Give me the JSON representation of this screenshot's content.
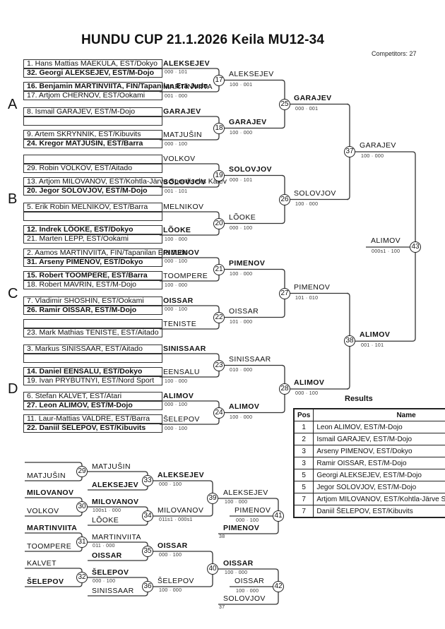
{
  "header": {
    "title": "HUNDU CUP  21.1.2026  Keila   MU12-34",
    "competitors": "Competitors: 27"
  },
  "pools": [
    "A",
    "B",
    "C",
    "D"
  ],
  "entries": [
    {
      "text": "1. Hans Mattias MAEKULA, EST/Dokyo",
      "bold": false
    },
    {
      "text": "32. Georgi ALEKSEJEV, EST/M-Dojo",
      "bold": true
    },
    {
      "text": "16. Benjamin MARTINVIITA, FIN/Tapanilan Erä Judo",
      "bold": true
    },
    {
      "text": "17. Artjom CHERNOV, EST/Ookami",
      "bold": false
    },
    {
      "text": "8. Ismail GARAJEV, EST/M-Dojo",
      "bold": false
    },
    {
      "text": "",
      "bold": false
    },
    {
      "text": "9. Artem SKRYNNIK, EST/Kibuvits",
      "bold": false
    },
    {
      "text": "24. Kregor MATJUŠIN, EST/Barra",
      "bold": true
    },
    {
      "text": "",
      "bold": false
    },
    {
      "text": "29. Robin VOLKOV, EST/Aitado",
      "bold": false
    },
    {
      "text": "13. Artjom MILOVANOV, EST/Kohtla-Järve Spordiselts Kalev",
      "bold": false
    },
    {
      "text": "20. Jegor SOLOVJOV, EST/M-Dojo",
      "bold": true
    },
    {
      "text": "5. Erik Robin MELNIKOV, EST/Barra",
      "bold": false
    },
    {
      "text": "",
      "bold": false
    },
    {
      "text": "12. Indrek LÕOKE, EST/Dokyo",
      "bold": true
    },
    {
      "text": "21. Marten LEPP, EST/Ookami",
      "bold": false
    },
    {
      "text": "2. Aamos MARTINVIITA, FIN/Tapanilan Erä Judo",
      "bold": false
    },
    {
      "text": "31. Arseny PIMENOV, EST/Dokyo",
      "bold": true
    },
    {
      "text": "15. Robert TOOMPERE, EST/Barra",
      "bold": true
    },
    {
      "text": "18. Robert MAVRIN, EST/M-Dojo",
      "bold": false
    },
    {
      "text": "7. Vladimir SHOSHIN, EST/Ookami",
      "bold": false
    },
    {
      "text": "26. Ramir OISSAR, EST/M-Dojo",
      "bold": true
    },
    {
      "text": "",
      "bold": false
    },
    {
      "text": "23. Mark Mathias TENISTE, EST/Aitado",
      "bold": false
    },
    {
      "text": "3. Markus SINISSAAR, EST/Aitado",
      "bold": false
    },
    {
      "text": "",
      "bold": false
    },
    {
      "text": "14. Daniel EENSALU, EST/Dokyo",
      "bold": true
    },
    {
      "text": "19. Ivan PRYBUTNYI, EST/Nord Sport",
      "bold": false
    },
    {
      "text": "6. Stefan KALVET, EST/Atari",
      "bold": false
    },
    {
      "text": "27. Leon ALIMOV, EST/M-Dojo",
      "bold": true
    },
    {
      "text": "11. Laur-Mattias VALDRE, EST/Barra",
      "bold": false
    },
    {
      "text": "22. Daniil ŠELEPOV, EST/Kibuvits",
      "bold": true
    }
  ],
  "round1": [
    {
      "top": "ALEKSEJEV",
      "top_bold": true,
      "score": "000 · 101",
      "bottom": "MARTINVIITA",
      "bottom_bold": false,
      "bscore": "001 · 000"
    },
    {
      "top": "GARAJEV",
      "top_bold": true,
      "score": "",
      "bottom": "MATJUŠIN",
      "bottom_bold": false,
      "bscore": "000 · 100"
    },
    {
      "top": "VOLKOV",
      "top_bold": false,
      "score": "",
      "bottom": "SOLOVJOV",
      "bottom_bold": true,
      "bscore": "001 · 101"
    },
    {
      "top": "MELNIKOV",
      "top_bold": false,
      "score": "",
      "bottom": "LÕOKE",
      "bottom_bold": true,
      "bscore": "100 · 000"
    },
    {
      "top": "PIMENOV",
      "top_bold": true,
      "score": "000 · 100",
      "bottom": "TOOMPERE",
      "bottom_bold": false,
      "bscore": "100 · 000"
    },
    {
      "top": "OISSAR",
      "top_bold": true,
      "score": "000 · 100",
      "bottom": "TENISTE",
      "bottom_bold": false,
      "bscore": ""
    },
    {
      "top": "SINISSAAR",
      "top_bold": true,
      "score": "",
      "bottom": "EENSALU",
      "bottom_bold": false,
      "bscore": "100 · 000"
    },
    {
      "top": "ALIMOV",
      "top_bold": true,
      "score": "000 · 100",
      "bottom": "ŠELEPOV",
      "bottom_bold": false,
      "bscore": "000 · 100"
    }
  ],
  "round2": [
    {
      "id": "17",
      "name": "ALEKSEJEV",
      "bold": false,
      "score": "100 · 001"
    },
    {
      "id": "18",
      "name": "GARAJEV",
      "bold": true,
      "score": "100 · 000"
    },
    {
      "id": "19",
      "name": "SOLOVJOV",
      "bold": true,
      "score": "000 · 101"
    },
    {
      "id": "20",
      "name": "LÕOKE",
      "bold": false,
      "score": "000 · 100"
    },
    {
      "id": "21",
      "name": "PIMENOV",
      "bold": true,
      "score": "100 · 000"
    },
    {
      "id": "22",
      "name": "OISSAR",
      "bold": false,
      "score": "101 · 000"
    },
    {
      "id": "23",
      "name": "SINISSAAR",
      "bold": false,
      "score": "010 · 000"
    },
    {
      "id": "24",
      "name": "ALIMOV",
      "bold": true,
      "score": "100 · 000"
    }
  ],
  "round3": [
    {
      "id": "25",
      "name": "GARAJEV",
      "bold": true,
      "score": "000 · 001"
    },
    {
      "id": "26",
      "name": "SOLOVJOV",
      "bold": false,
      "score": "100 · 000"
    },
    {
      "id": "27",
      "name": "PIMENOV",
      "bold": false,
      "score": "101 · 010"
    },
    {
      "id": "28",
      "name": "ALIMOV",
      "bold": true,
      "score": "000 · 100"
    }
  ],
  "round4": [
    {
      "id": "37",
      "name": "GARAJEV",
      "bold": false,
      "score": "100 · 000"
    },
    {
      "id": "38",
      "name": "ALIMOV",
      "bold": true,
      "score": "001 · 101"
    }
  ],
  "final": {
    "id": "43",
    "name": "ALIMOV",
    "score": "000s1 · 100"
  },
  "repechage": {
    "r1": [
      {
        "id": "29",
        "top": "",
        "bottom": "MATJUŠIN",
        "top_bold": false,
        "bottom_bold": false
      },
      {
        "id": "30",
        "top": "MILOVANOV",
        "bottom": "VOLKOV",
        "top_bold": true,
        "bottom_bold": false
      },
      {
        "id": "31",
        "top": "MARTINVIITA",
        "bottom": "TOOMPERE",
        "top_bold": true,
        "bottom_bold": false
      },
      {
        "id": "32",
        "top": "KALVET",
        "bottom": "ŠELEPOV",
        "top_bold": false,
        "bottom_bold": true
      }
    ],
    "r2": [
      {
        "id": "33",
        "top": "MATJUŠIN",
        "top_bold": false,
        "tscore": "",
        "bottom": "ALEKSEJEV",
        "bottom_bold": true
      },
      {
        "id": "34",
        "top": "MILOVANOV",
        "top_bold": true,
        "tscore": "100s1 · 000",
        "bottom": "LÕOKE",
        "bottom_bold": false
      },
      {
        "id": "35",
        "top": "MARTINVIITA",
        "top_bold": false,
        "tscore": "011 · 000",
        "bottom": "OISSAR",
        "bottom_bold": true
      },
      {
        "id": "36",
        "top": "ŠELEPOV",
        "top_bold": true,
        "tscore": "000 · 100",
        "bottom": "SINISSAAR",
        "bottom_bold": false
      }
    ],
    "r3": [
      {
        "id": "39",
        "top": "ALEKSEJEV",
        "top_bold": true,
        "tscore": "000 · 100",
        "bottom": "MILOVANOV",
        "bottom_bold": false,
        "bscore": "011s1 · 000s1"
      },
      {
        "id": "40",
        "top": "OISSAR",
        "top_bold": true,
        "tscore": "000 · 100",
        "bottom": "ŠELEPOV",
        "bottom_bold": false,
        "bscore": "100 · 000"
      }
    ],
    "bronze": [
      {
        "id": "41",
        "top": "ALEKSEJEV",
        "top_bold": false,
        "tscore": "100 · 000",
        "winner": "PIMENOV",
        "wscore": "000 · 100",
        "bottom": "PIMENOV",
        "bottom_bold": true,
        "ref": "38"
      },
      {
        "id": "42",
        "top": "OISSAR",
        "top_bold": true,
        "tscore": "100 · 000",
        "winner": "OISSAR",
        "wscore": "100 · 000",
        "bottom": "SOLOVJOV",
        "bottom_bold": false,
        "ref": "37"
      }
    ]
  },
  "results": {
    "title": "Results",
    "headers": [
      "Pos",
      "Name"
    ],
    "rows": [
      {
        "pos": "1",
        "name": "Leon ALIMOV, EST/M-Dojo"
      },
      {
        "pos": "2",
        "name": "Ismail GARAJEV, EST/M-Dojo"
      },
      {
        "pos": "3",
        "name": "Arseny PIMENOV, EST/Dokyo"
      },
      {
        "pos": "3",
        "name": "Ramir OISSAR, EST/M-Dojo"
      },
      {
        "pos": "5",
        "name": "Georgi ALEKSEJEV, EST/M-Dojo"
      },
      {
        "pos": "5",
        "name": "Jegor SOLOVJOV, EST/M-Dojo"
      },
      {
        "pos": "7",
        "name": "Artjom MILOVANOV, EST/Kohtla-Järve Spordiselts Kalev"
      },
      {
        "pos": "7",
        "name": "Daniil ŠELEPOV, EST/Kibuvits"
      }
    ]
  }
}
